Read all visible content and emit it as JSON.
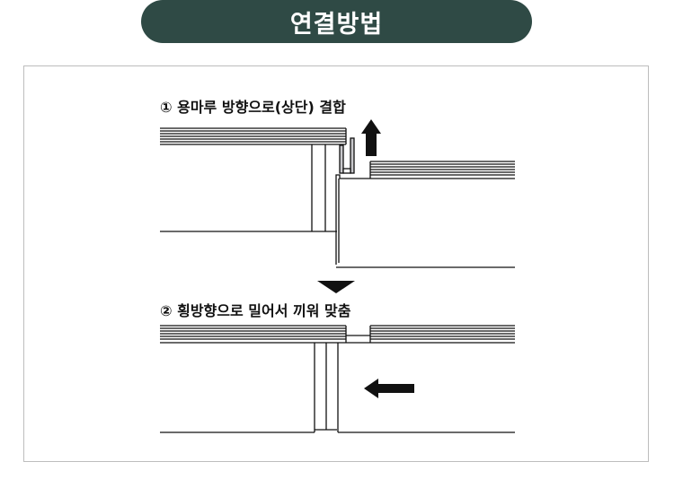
{
  "title": "연결방법",
  "steps": [
    {
      "label": "① 용마루 방향으로(상단) 결합"
    },
    {
      "label": "② 횡방향으로 밀어서 끼워 맞춤"
    }
  ],
  "colors": {
    "title_bg": "#2f4a45",
    "accent_gray": "#c8c8cc"
  }
}
